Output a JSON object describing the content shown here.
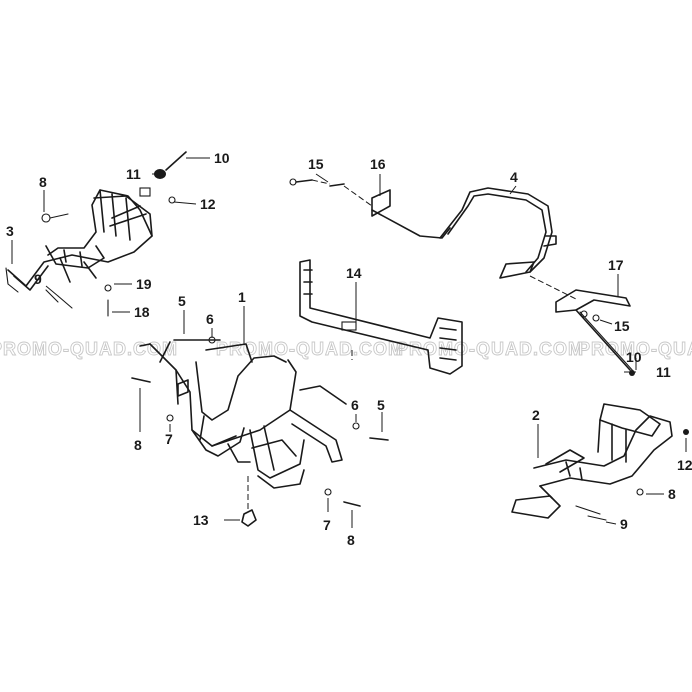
{
  "watermark": {
    "text": "PROMO-QUAD.COM",
    "color": "#c8c8c8"
  },
  "callouts": [
    {
      "id": "c10a",
      "label": "10"
    },
    {
      "id": "c11a",
      "label": "11"
    },
    {
      "id": "c12a",
      "label": "12"
    },
    {
      "id": "c8a",
      "label": "8"
    },
    {
      "id": "c3",
      "label": "3"
    },
    {
      "id": "c9a",
      "label": "9"
    },
    {
      "id": "c19",
      "label": "19"
    },
    {
      "id": "c18",
      "label": "18"
    },
    {
      "id": "c15a",
      "label": "15"
    },
    {
      "id": "c16",
      "label": "16"
    },
    {
      "id": "c4",
      "label": "4"
    },
    {
      "id": "c14",
      "label": "14"
    },
    {
      "id": "c17",
      "label": "17"
    },
    {
      "id": "c15b",
      "label": "15"
    },
    {
      "id": "c5a",
      "label": "5"
    },
    {
      "id": "c6a",
      "label": "6"
    },
    {
      "id": "c1",
      "label": "1"
    },
    {
      "id": "c10b",
      "label": "10"
    },
    {
      "id": "c11b",
      "label": "11"
    },
    {
      "id": "c6b",
      "label": "6"
    },
    {
      "id": "c5b",
      "label": "5"
    },
    {
      "id": "c8b",
      "label": "8"
    },
    {
      "id": "c7a",
      "label": "7"
    },
    {
      "id": "c2",
      "label": "2"
    },
    {
      "id": "c12b",
      "label": "12"
    },
    {
      "id": "c8c",
      "label": "8"
    },
    {
      "id": "c9b",
      "label": "9"
    },
    {
      "id": "c13",
      "label": "13"
    },
    {
      "id": "c7b",
      "label": "7"
    },
    {
      "id": "c8d",
      "label": "8"
    }
  ]
}
